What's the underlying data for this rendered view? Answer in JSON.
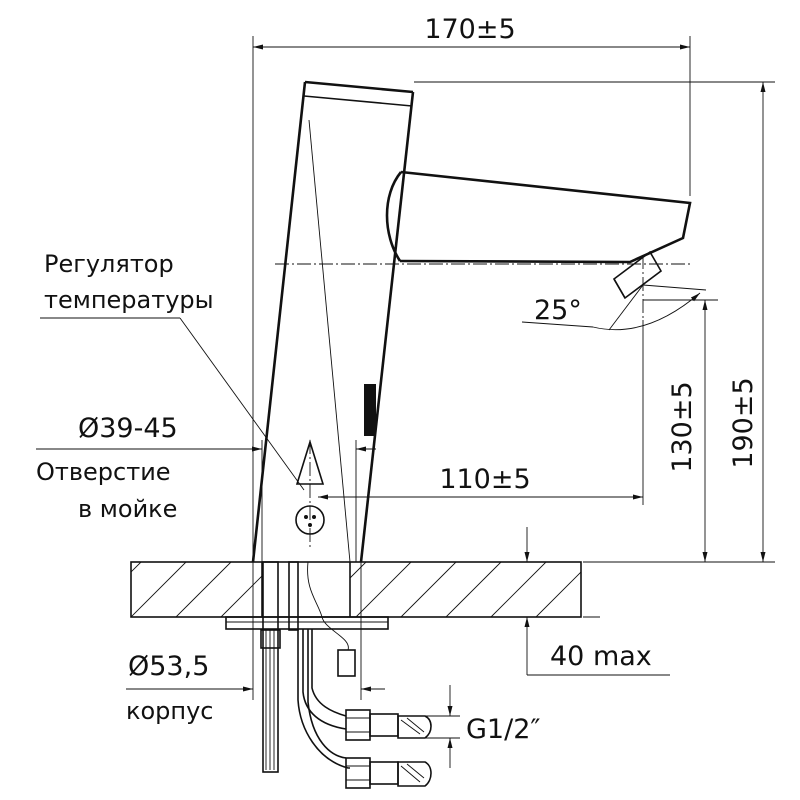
{
  "dimensions": {
    "overall_width": "170±5",
    "overall_height": "190±5",
    "spout_height": "130±5",
    "spout_reach": "110±5",
    "spout_angle": "25°",
    "hole_diameter": "Ø39-45",
    "body_diameter": "Ø53,5",
    "countertop_max": "40 max",
    "connection_thread": "G1/2″"
  },
  "labels": {
    "temperature_regulator_line1": "Регулятор",
    "temperature_regulator_line2": "температуры",
    "sink_hole_line1": "Отверстие",
    "sink_hole_line2": "в мойке",
    "body_word": "корпус"
  },
  "colors": {
    "line": "#111111",
    "background": "#ffffff"
  }
}
